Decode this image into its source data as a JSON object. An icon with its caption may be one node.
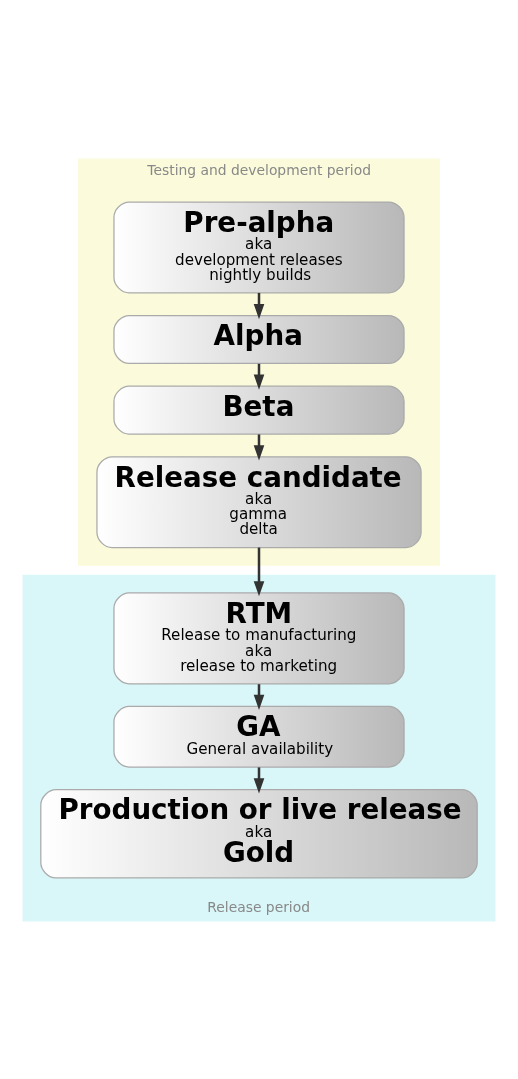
{
  "diagram": {
    "nodes": [
      {
        "text": [
          "Testing and development period"
        ]
      },
      {
        "text": [
          "Pre-alpha",
          "aka",
          "development releases",
          "nightly builds"
        ],
        "in": 0
      },
      {
        "text": [
          "Alpha"
        ],
        "in": 0
      },
      {
        "text": [
          "Beta"
        ],
        "in": 0
      },
      {
        "text": [
          "Release candidate",
          "aka",
          "gamma",
          "delta"
        ],
        "in": 0
      },
      {
        "text": [
          "Release period"
        ]
      },
      {
        "text": [
          "RTM",
          "Release to manufacturing",
          "aka",
          "release to marketing"
        ],
        "in": 5
      },
      {
        "text": [
          "GA",
          "General availability"
        ],
        "in": 5
      },
      {
        "text": [
          "Production or live release",
          "aka",
          "Gold"
        ],
        "in": 5
      }
    ],
    "edges": [
      {
        "from": 1,
        "to": 2,
        "arrow": "to"
      },
      {
        "from": 2,
        "to": 3,
        "arrow": "to"
      },
      {
        "from": 3,
        "to": 4,
        "arrow": "to"
      },
      {
        "from": 4,
        "to": 6,
        "arrow": "to"
      },
      {
        "from": 6,
        "to": 7,
        "arrow": "to"
      },
      {
        "from": 7,
        "to": 8,
        "arrow": "to"
      }
    ]
  }
}
